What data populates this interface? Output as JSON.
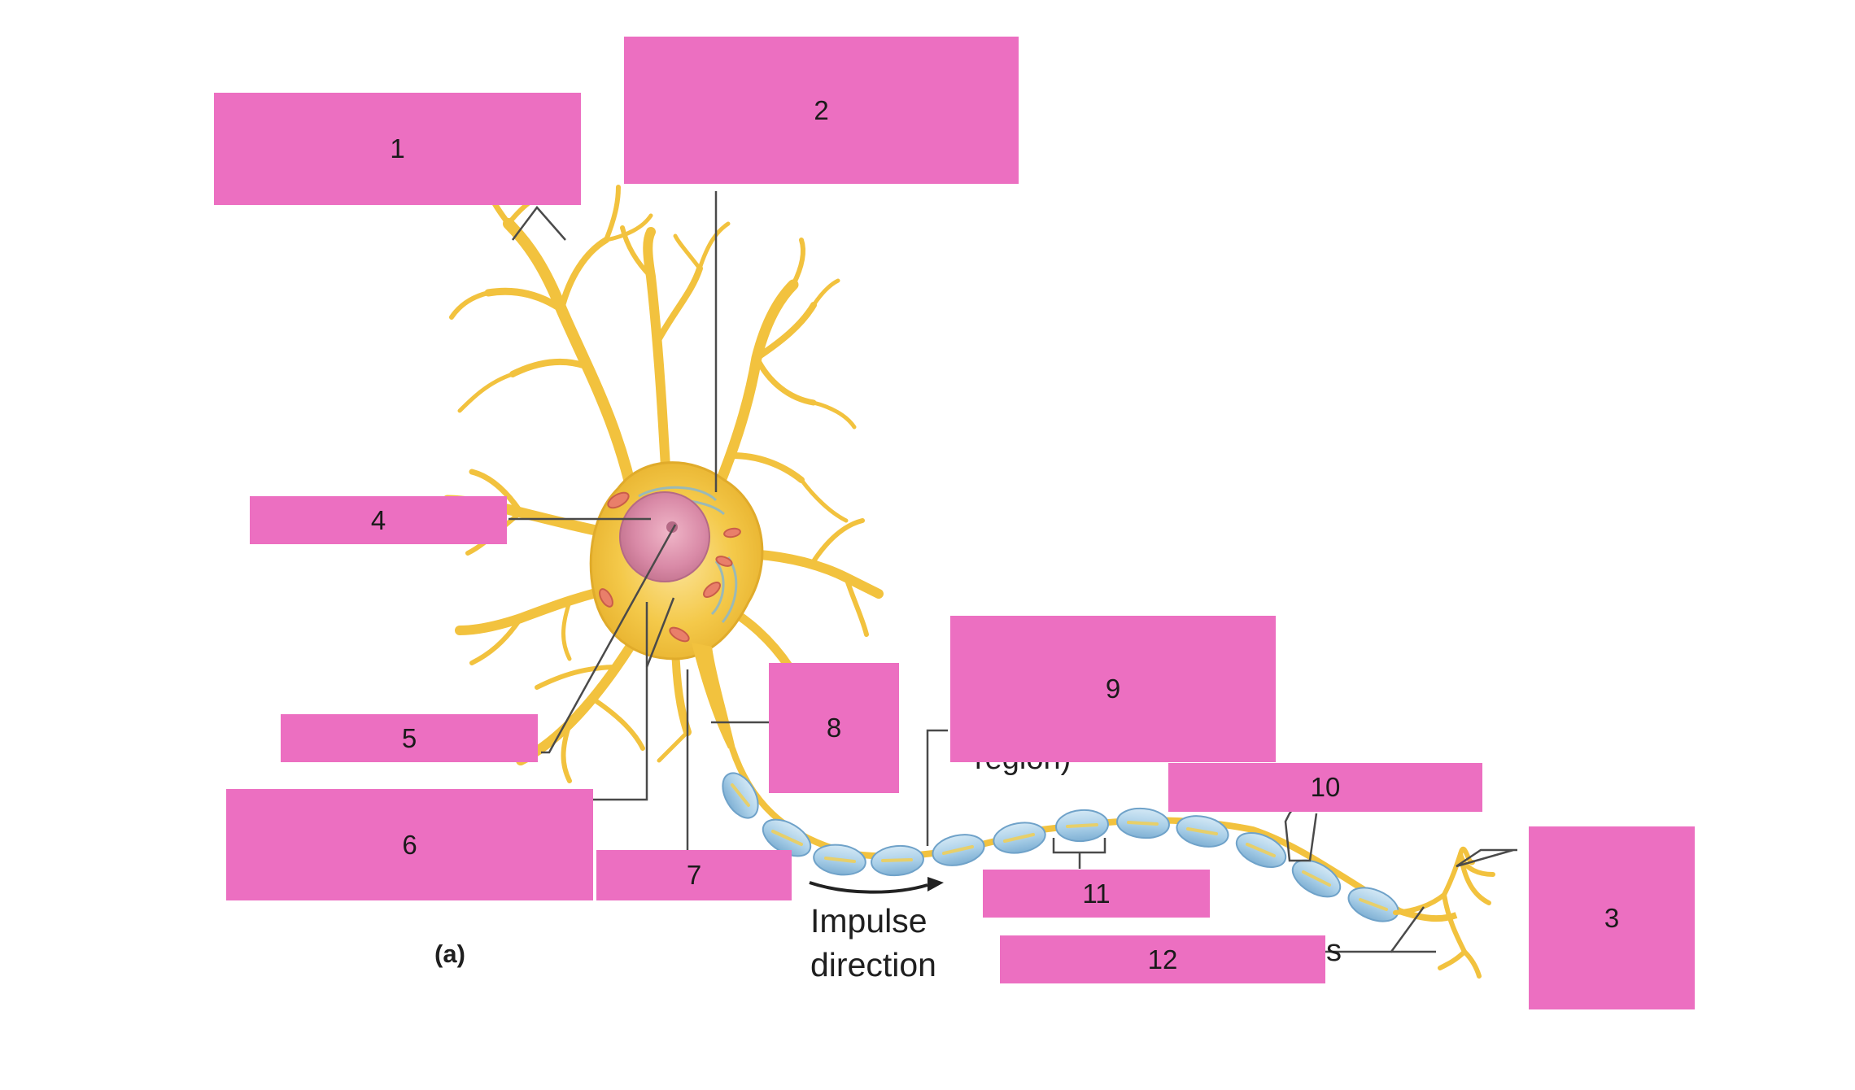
{
  "colors": {
    "label_box": "#ec6fc1",
    "dendrite": "#f2c23e",
    "dendrite_dark": "#d9a52a",
    "nucleus": "#d98aa7",
    "myelin": "#a9cfe8",
    "myelin_edge": "#6fa2c9",
    "leader": "#4a4a4a"
  },
  "labels": {
    "l1": "1",
    "l2": "2",
    "l3": "3",
    "l4": "4",
    "l5": "5",
    "l6": "6",
    "l7": "7",
    "l8": "8",
    "l9": "9",
    "l10": "10",
    "l11": "11",
    "l12": "12"
  },
  "caption": "(a)",
  "impulse": {
    "line1": "Impulse",
    "line2": "direction"
  },
  "partial_text": {
    "region": "region)",
    "s": "s"
  }
}
